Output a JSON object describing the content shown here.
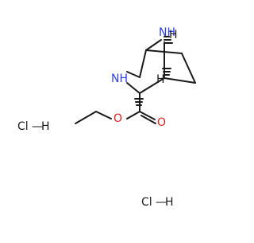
{
  "molecule": {
    "atoms": {
      "bridge_nh": "NH",
      "ring_nh": "NH",
      "ester_o_single": "O",
      "carbonyl_o": "O",
      "stereo_h_top": "H",
      "stereo_h_bottom": "H"
    },
    "salts": [
      {
        "text": "Cl",
        "sep": "—",
        "h": "H"
      },
      {
        "text": "Cl",
        "sep": "—",
        "h": "H"
      }
    ]
  }
}
